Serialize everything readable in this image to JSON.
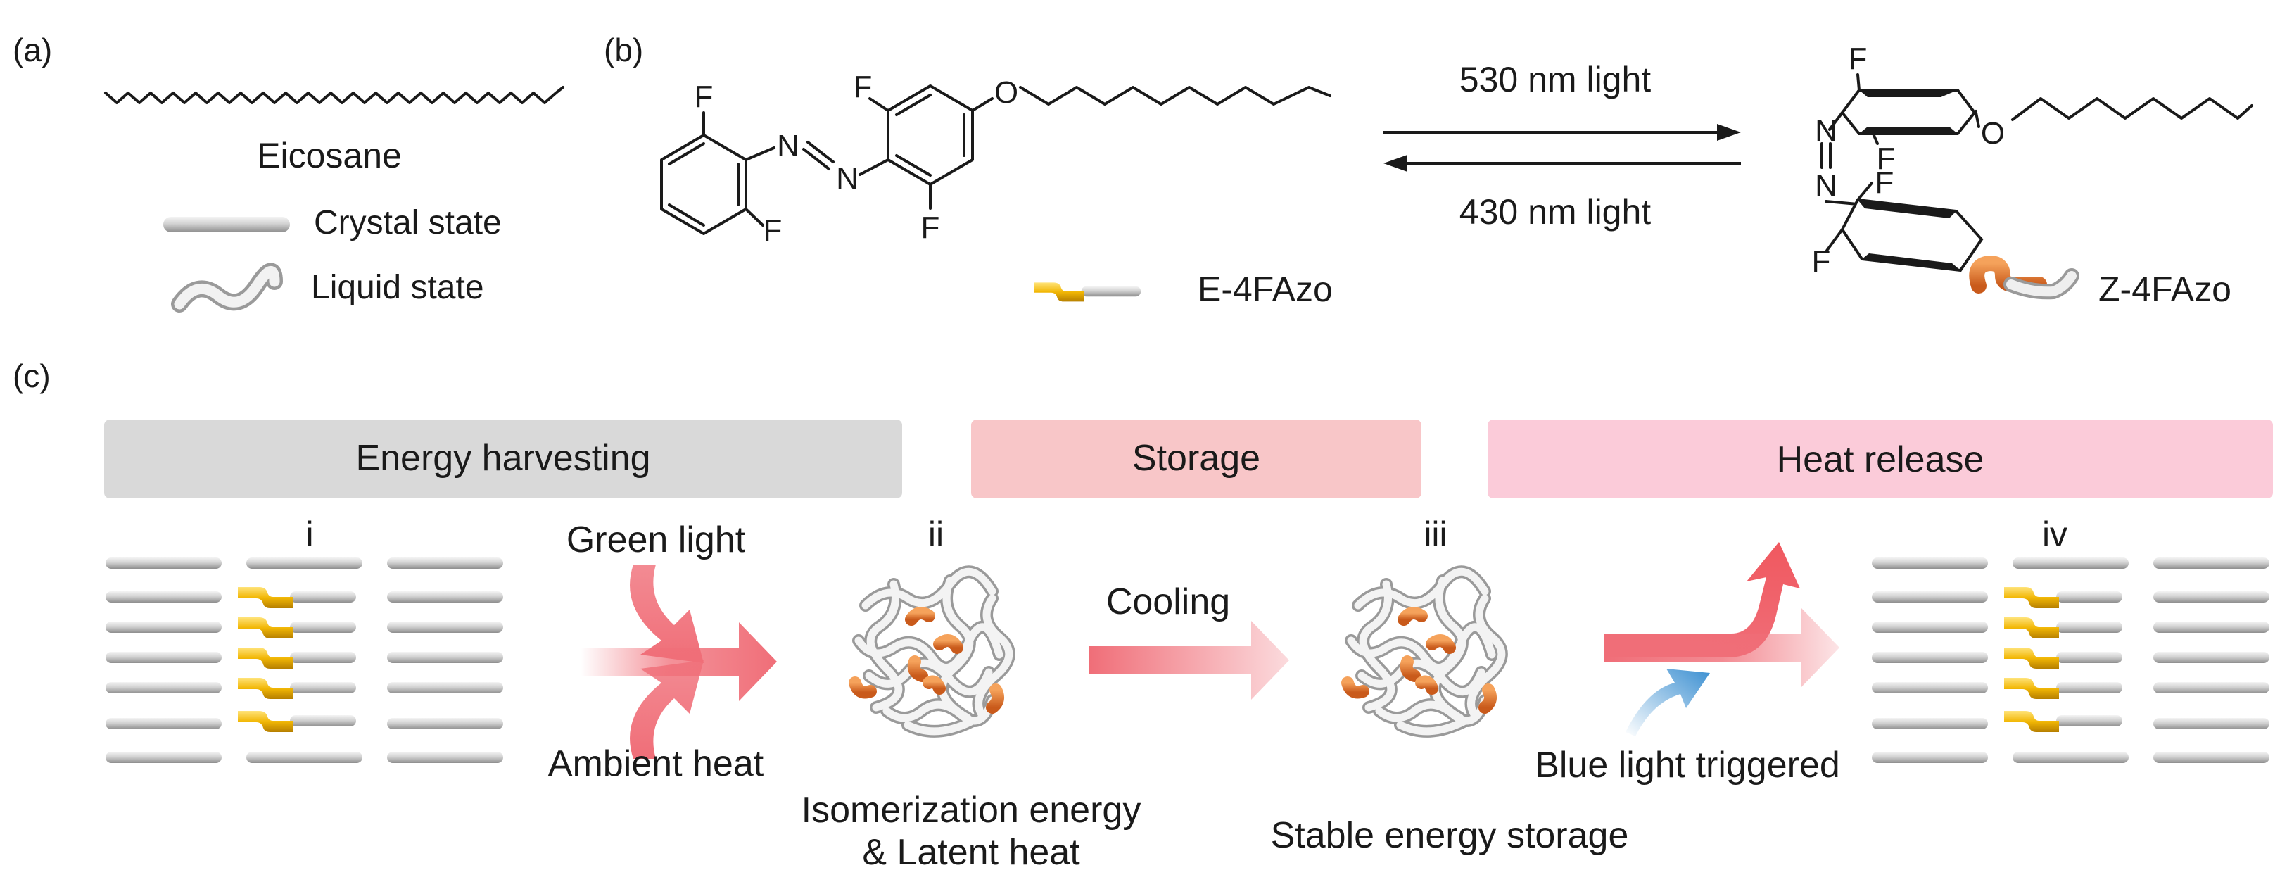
{
  "panels": {
    "a": {
      "label": "(a)",
      "molecule": "Eicosane",
      "legend": [
        {
          "text": "Crystal state"
        },
        {
          "text": "Liquid state"
        }
      ]
    },
    "b": {
      "label": "(b)",
      "forward": "530 nm light",
      "backward": "430 nm light",
      "e_isomer": "E-4FAzo",
      "z_isomer": "Z-4FAzo",
      "atoms": {
        "fluorine": "F",
        "nitrogen": "N",
        "oxygen": "O"
      }
    },
    "c": {
      "label": "(c)",
      "stages": [
        {
          "title": "Energy harvesting"
        },
        {
          "title": "Storage"
        },
        {
          "title": "Heat release"
        }
      ],
      "states": {
        "i": "i",
        "ii": "ii",
        "iii": "iii",
        "iv": "iv"
      },
      "inputs": {
        "green": "Green light",
        "ambient": "Ambient heat",
        "cooling": "Cooling",
        "blue": "Blue light triggered"
      },
      "captions": {
        "ii_line1": "Isomerization energy",
        "ii_line2": "& Latent heat",
        "iii": "Stable energy storage"
      }
    }
  },
  "colors": {
    "harvest_bar": "#d9d9d9",
    "storage_bar": "#f8c6c8",
    "release_bar": "#fbcbd9",
    "arrow_red": "#f06e78",
    "arrow_blue": "#3b8fd1",
    "azo_yellow": "#f2b705",
    "azo_orange": "#e2732e",
    "rod_gray": "#c9c9c9"
  }
}
